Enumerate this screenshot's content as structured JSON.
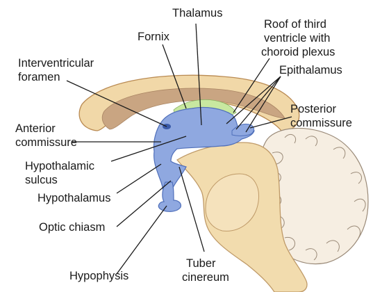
{
  "colors": {
    "corpus_callosum": "#f1d8a8",
    "corpus_callosum_edge": "#b98a52",
    "ventricle": "#c9a582",
    "thalamus_blue": "#8fa8e0",
    "thalamus_edge": "#4f6fba",
    "choroid_green": "#c8e8a0",
    "brainstem": "#f2dcae",
    "brainstem_edge": "#bf9a68",
    "cerebellum": "#f6eee2",
    "cerebellum_edge": "#9a8a78",
    "text": "#1a1a1a"
  },
  "labels": {
    "thalamus": "Thalamus",
    "fornix": "Fornix",
    "roof_line1": "Roof of third",
    "roof_line2": "ventricle with",
    "roof_line3": "choroid plexus",
    "interventricular_line1": "Interventricular",
    "interventricular_line2": "foramen",
    "epithalamus": "Epithalamus",
    "posterior_line1": "Posterior",
    "posterior_line2": "commissure",
    "anterior_line1": "Anterior",
    "anterior_line2": "commissure",
    "hypothalamic_line1": "Hypothalamic",
    "hypothalamic_line2": "sulcus",
    "hypothalamus": "Hypothalamus",
    "optic_chiasm": "Optic chiasm",
    "hypophysis": "Hypophysis",
    "tuber_line1": "Tuber",
    "tuber_line2": "cinereum"
  }
}
